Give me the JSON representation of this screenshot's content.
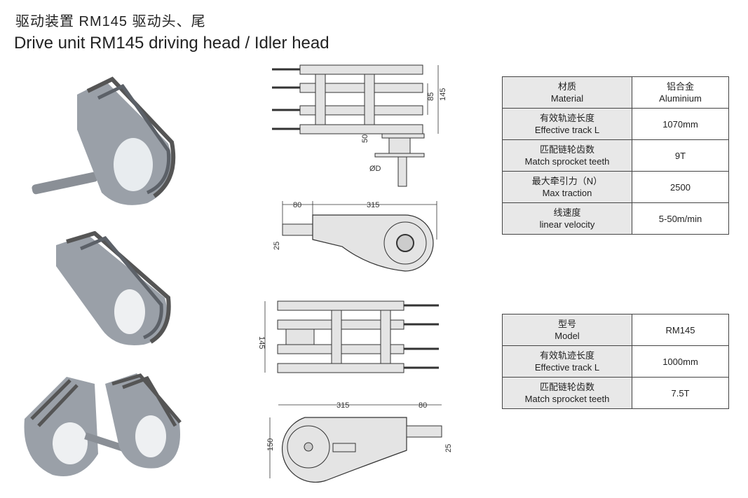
{
  "title_cn": "驱动装置 RM145 驱动头、尾",
  "title_en": "Drive unit RM145 driving head / Idler head",
  "table1": [
    {
      "cn": "材质",
      "en": "Material",
      "value_cn": "铝合金",
      "value": "Aluminium"
    },
    {
      "cn": "有效轨迹长度",
      "en": "Effective track L",
      "value": "1070mm"
    },
    {
      "cn": "匹配链轮齿数",
      "en": "Match sprocket teeth",
      "value": "9T"
    },
    {
      "cn": "最大牵引力（N）",
      "en": "Max traction",
      "value": "2500"
    },
    {
      "cn": "线速度",
      "en": "linear velocity",
      "value": "5-50m/min"
    }
  ],
  "table2": [
    {
      "cn": "型号",
      "en": "Model",
      "value": "RM145"
    },
    {
      "cn": "有效轨迹长度",
      "en": "Effective track L",
      "value": "1000mm"
    },
    {
      "cn": "匹配链轮齿数",
      "en": "Match sprocket teeth",
      "value": "7.5T"
    }
  ],
  "dims": {
    "d85": "85",
    "d145": "145",
    "d50": "50",
    "dia": "ØD",
    "d80": "80",
    "d315": "315",
    "d25": "25",
    "d150": "150"
  }
}
